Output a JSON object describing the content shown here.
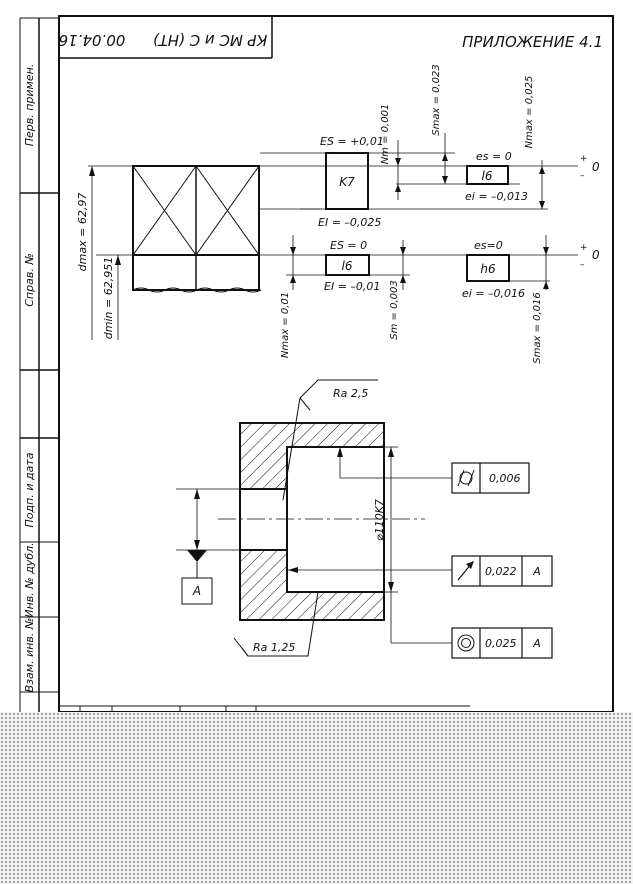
{
  "title_block": {
    "doc_code": "КР МС и С (НТ)",
    "date_code": "00.04.16",
    "appendix": "ПРИЛОЖЕНИЕ 4.1"
  },
  "margin_labels": {
    "perv_primen": "Перв. примен.",
    "sprav_no": "Справ. №",
    "podp_i_data": "Подп. и дата",
    "inv_no_dubl": "Инв. № дубл.",
    "vzam_inv_no": "Взам. инв. №"
  },
  "tolerance_diagram": {
    "upper": {
      "hole": "K7",
      "shaft": "l6",
      "hole_es": "ES = +0,01",
      "hole_ei": "EI = –0,025",
      "shaft_es": "es = 0",
      "shaft_ei": "ei = –0,013",
      "nm": "Nm = 0,001",
      "smax": "Smax = 0,023",
      "nmax": "Nmax = 0,025"
    },
    "lower": {
      "hole": "l6",
      "shaft": "h6",
      "hole_es": "ES = 0",
      "hole_ei": "EI = –0,01",
      "shaft_es": "es=0",
      "shaft_ei": "ei = –0,016",
      "nmax": "Nmax = 0,01",
      "sm": "Sm = 0,003",
      "smax": "Smax = 0,016"
    },
    "dmax": "dmax = 62,97",
    "dmin": "dmin = 62,951",
    "zero": "0",
    "plus": "+",
    "minus": "–"
  },
  "part_drawing": {
    "roughness_top": "Ra 2,5",
    "roughness_bottom": "Ra 1,25",
    "diameter": "⌀110K7",
    "datum": "A",
    "frames": [
      {
        "symbol": "cylindricity",
        "value": "0,006",
        "datum": ""
      },
      {
        "symbol": "runout",
        "value": "0,022",
        "datum": "A"
      },
      {
        "symbol": "concentricity",
        "value": "0,025",
        "datum": "A"
      }
    ]
  }
}
